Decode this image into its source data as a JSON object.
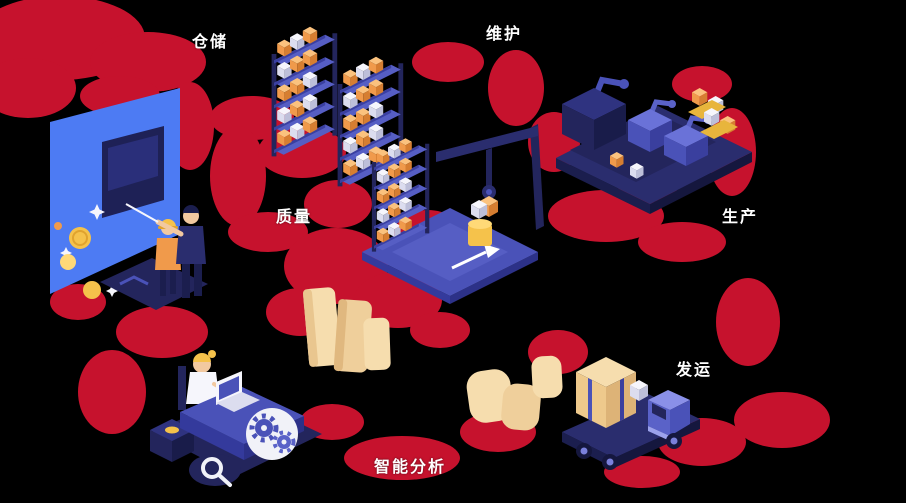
{
  "colors": {
    "background": "#000000",
    "accent_red": "#C6122D",
    "indigo": "#4A52B8",
    "navy": "#23255C",
    "board_blue": "#4D7BF3",
    "orange": "#F09A4B",
    "yellow": "#F5C24B",
    "cream": "#F6DDAE",
    "label_text": "#FFFFFF"
  },
  "labels": {
    "warehousing": {
      "text": "仓储"
    },
    "maintenance": {
      "text": "维护"
    },
    "quality": {
      "text": "质量"
    },
    "production": {
      "text": "生产"
    },
    "shipping": {
      "text": "发运"
    },
    "analytics": {
      "text": "智能分析"
    }
  },
  "scenes": [
    "training-board",
    "warehouse-racks",
    "quality-platform",
    "production-cell",
    "analytics-desk",
    "shipping-truck",
    "package-stacks"
  ]
}
